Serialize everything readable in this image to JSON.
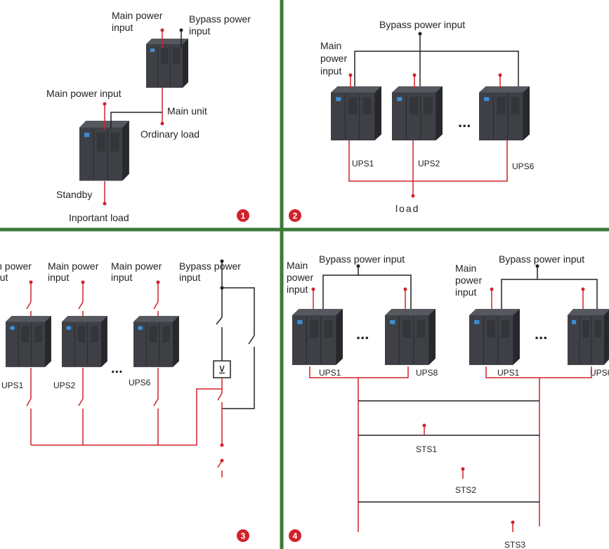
{
  "colors": {
    "separator": "#3c7a3a",
    "power_line": "#d1222a",
    "bypass_line": "#222222",
    "cabinet": "#3b3d42",
    "badge": "#d1222a"
  },
  "panel1": {
    "main_power_input_top": [
      "Main power",
      "input"
    ],
    "bypass_power_input": [
      "Bypass power",
      "input"
    ],
    "main_power_input": "Main power input",
    "main_unit": "Main unit",
    "ordinary_load": "Ordinary load",
    "standby": "Standby",
    "important_load": "Inportant load",
    "badge": "1"
  },
  "panel2": {
    "bypass_power_input": "Bypass power input",
    "main_power_input": [
      "Main",
      "power",
      "input"
    ],
    "ups_labels": [
      "UPS1",
      "UPS2",
      "UPS6"
    ],
    "ellipsis": "...",
    "load": "load",
    "badge": "2"
  },
  "panel3": {
    "main_power_inputs": [
      [
        "in power",
        "put"
      ],
      [
        "Main power",
        "input"
      ],
      [
        "Main power",
        "input"
      ]
    ],
    "bypass_power_input": [
      "Bypass power",
      "input"
    ],
    "ups_labels": [
      "UPS1",
      "UPS2",
      "UPS6"
    ],
    "ellipsis": "...",
    "badge": "3"
  },
  "panel4": {
    "group_left": {
      "main_power_input": [
        "Main",
        "power",
        "input"
      ],
      "bypass_power_input": "Bypass power input",
      "ups_labels": [
        "UPS1",
        "UPS8"
      ]
    },
    "group_right": {
      "main_power_input": [
        "Main",
        "power",
        "input"
      ],
      "bypass_power_input": "Bypass power input",
      "ups_labels": [
        "UPS1",
        "UPS6"
      ]
    },
    "ellipsis": "...",
    "sts_labels": [
      "STS1",
      "STS2",
      "STS3"
    ],
    "badge": "4"
  }
}
